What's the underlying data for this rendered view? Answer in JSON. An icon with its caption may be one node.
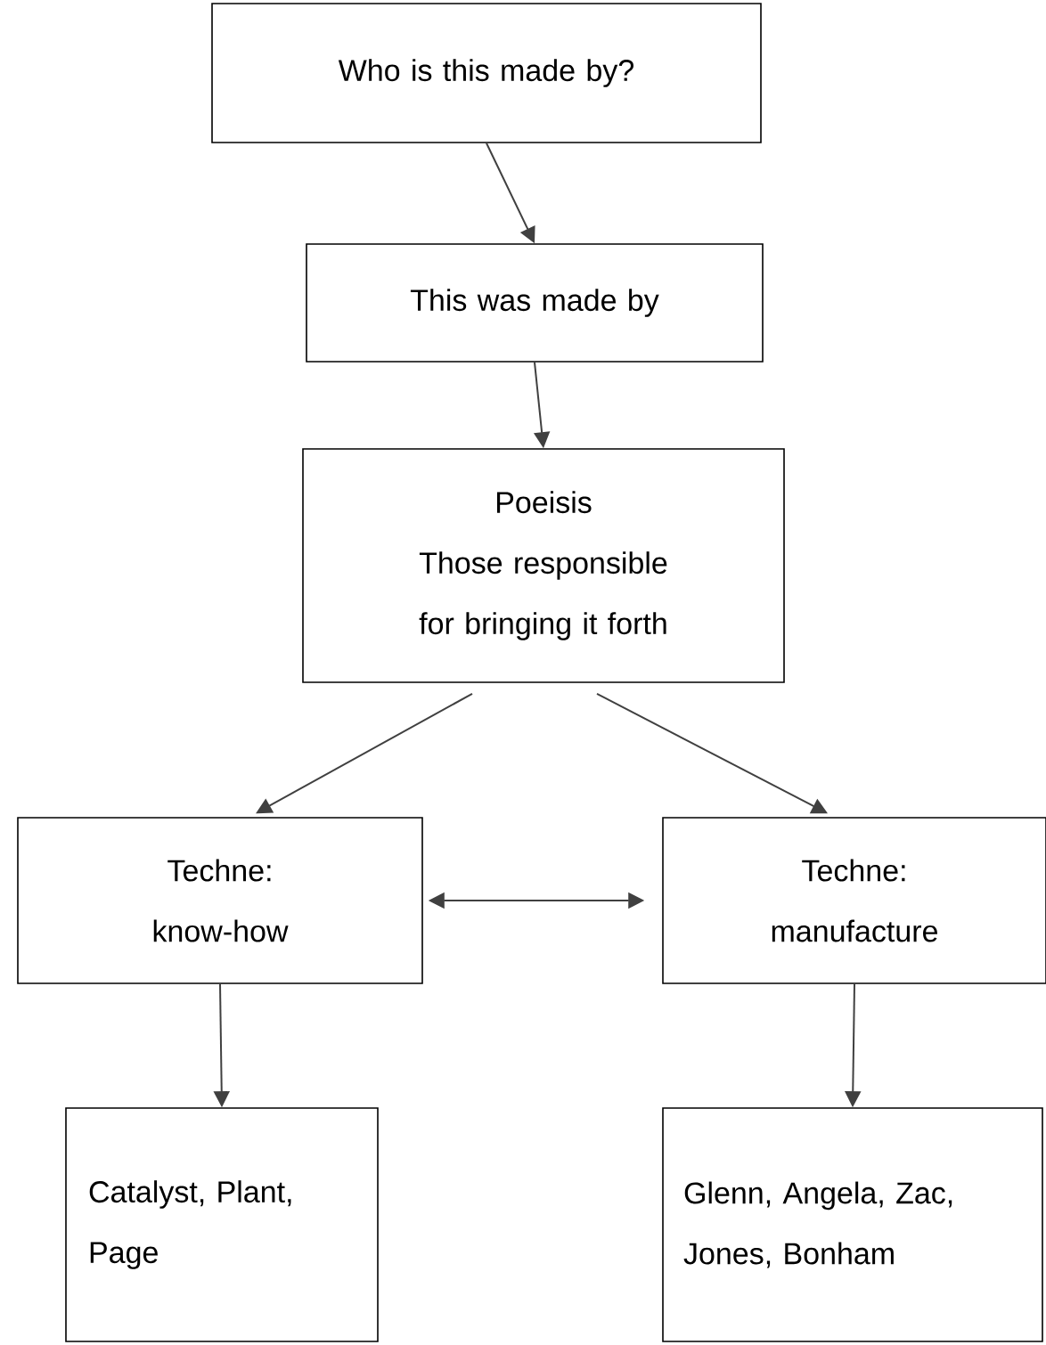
{
  "diagram": {
    "nodes": [
      {
        "text": [
          "Who is this made by?"
        ]
      },
      {
        "text": [
          "This was made by"
        ]
      },
      {
        "text": [
          "Poeisis",
          "Those responsible for bringing it forth"
        ]
      },
      {
        "text": [
          "Techne: know-how"
        ]
      },
      {
        "text": [
          "Techne: manufacture"
        ]
      },
      {
        "text": [
          "Catalyst, Plant, Page"
        ]
      },
      {
        "text": [
          "Glenn, Angela, Zac, Jones, Bonham"
        ]
      }
    ],
    "edges": [
      {
        "from": 0,
        "to": 1,
        "arrow": "to"
      },
      {
        "from": 1,
        "to": 2,
        "arrow": "to"
      },
      {
        "from": 2,
        "to": 3,
        "arrow": "to"
      },
      {
        "from": 2,
        "to": 4,
        "arrow": "to"
      },
      {
        "from": 3,
        "to": 4,
        "arrow": "both"
      },
      {
        "from": 3,
        "to": 5,
        "arrow": "to"
      },
      {
        "from": 4,
        "to": 6,
        "arrow": "to"
      }
    ]
  }
}
